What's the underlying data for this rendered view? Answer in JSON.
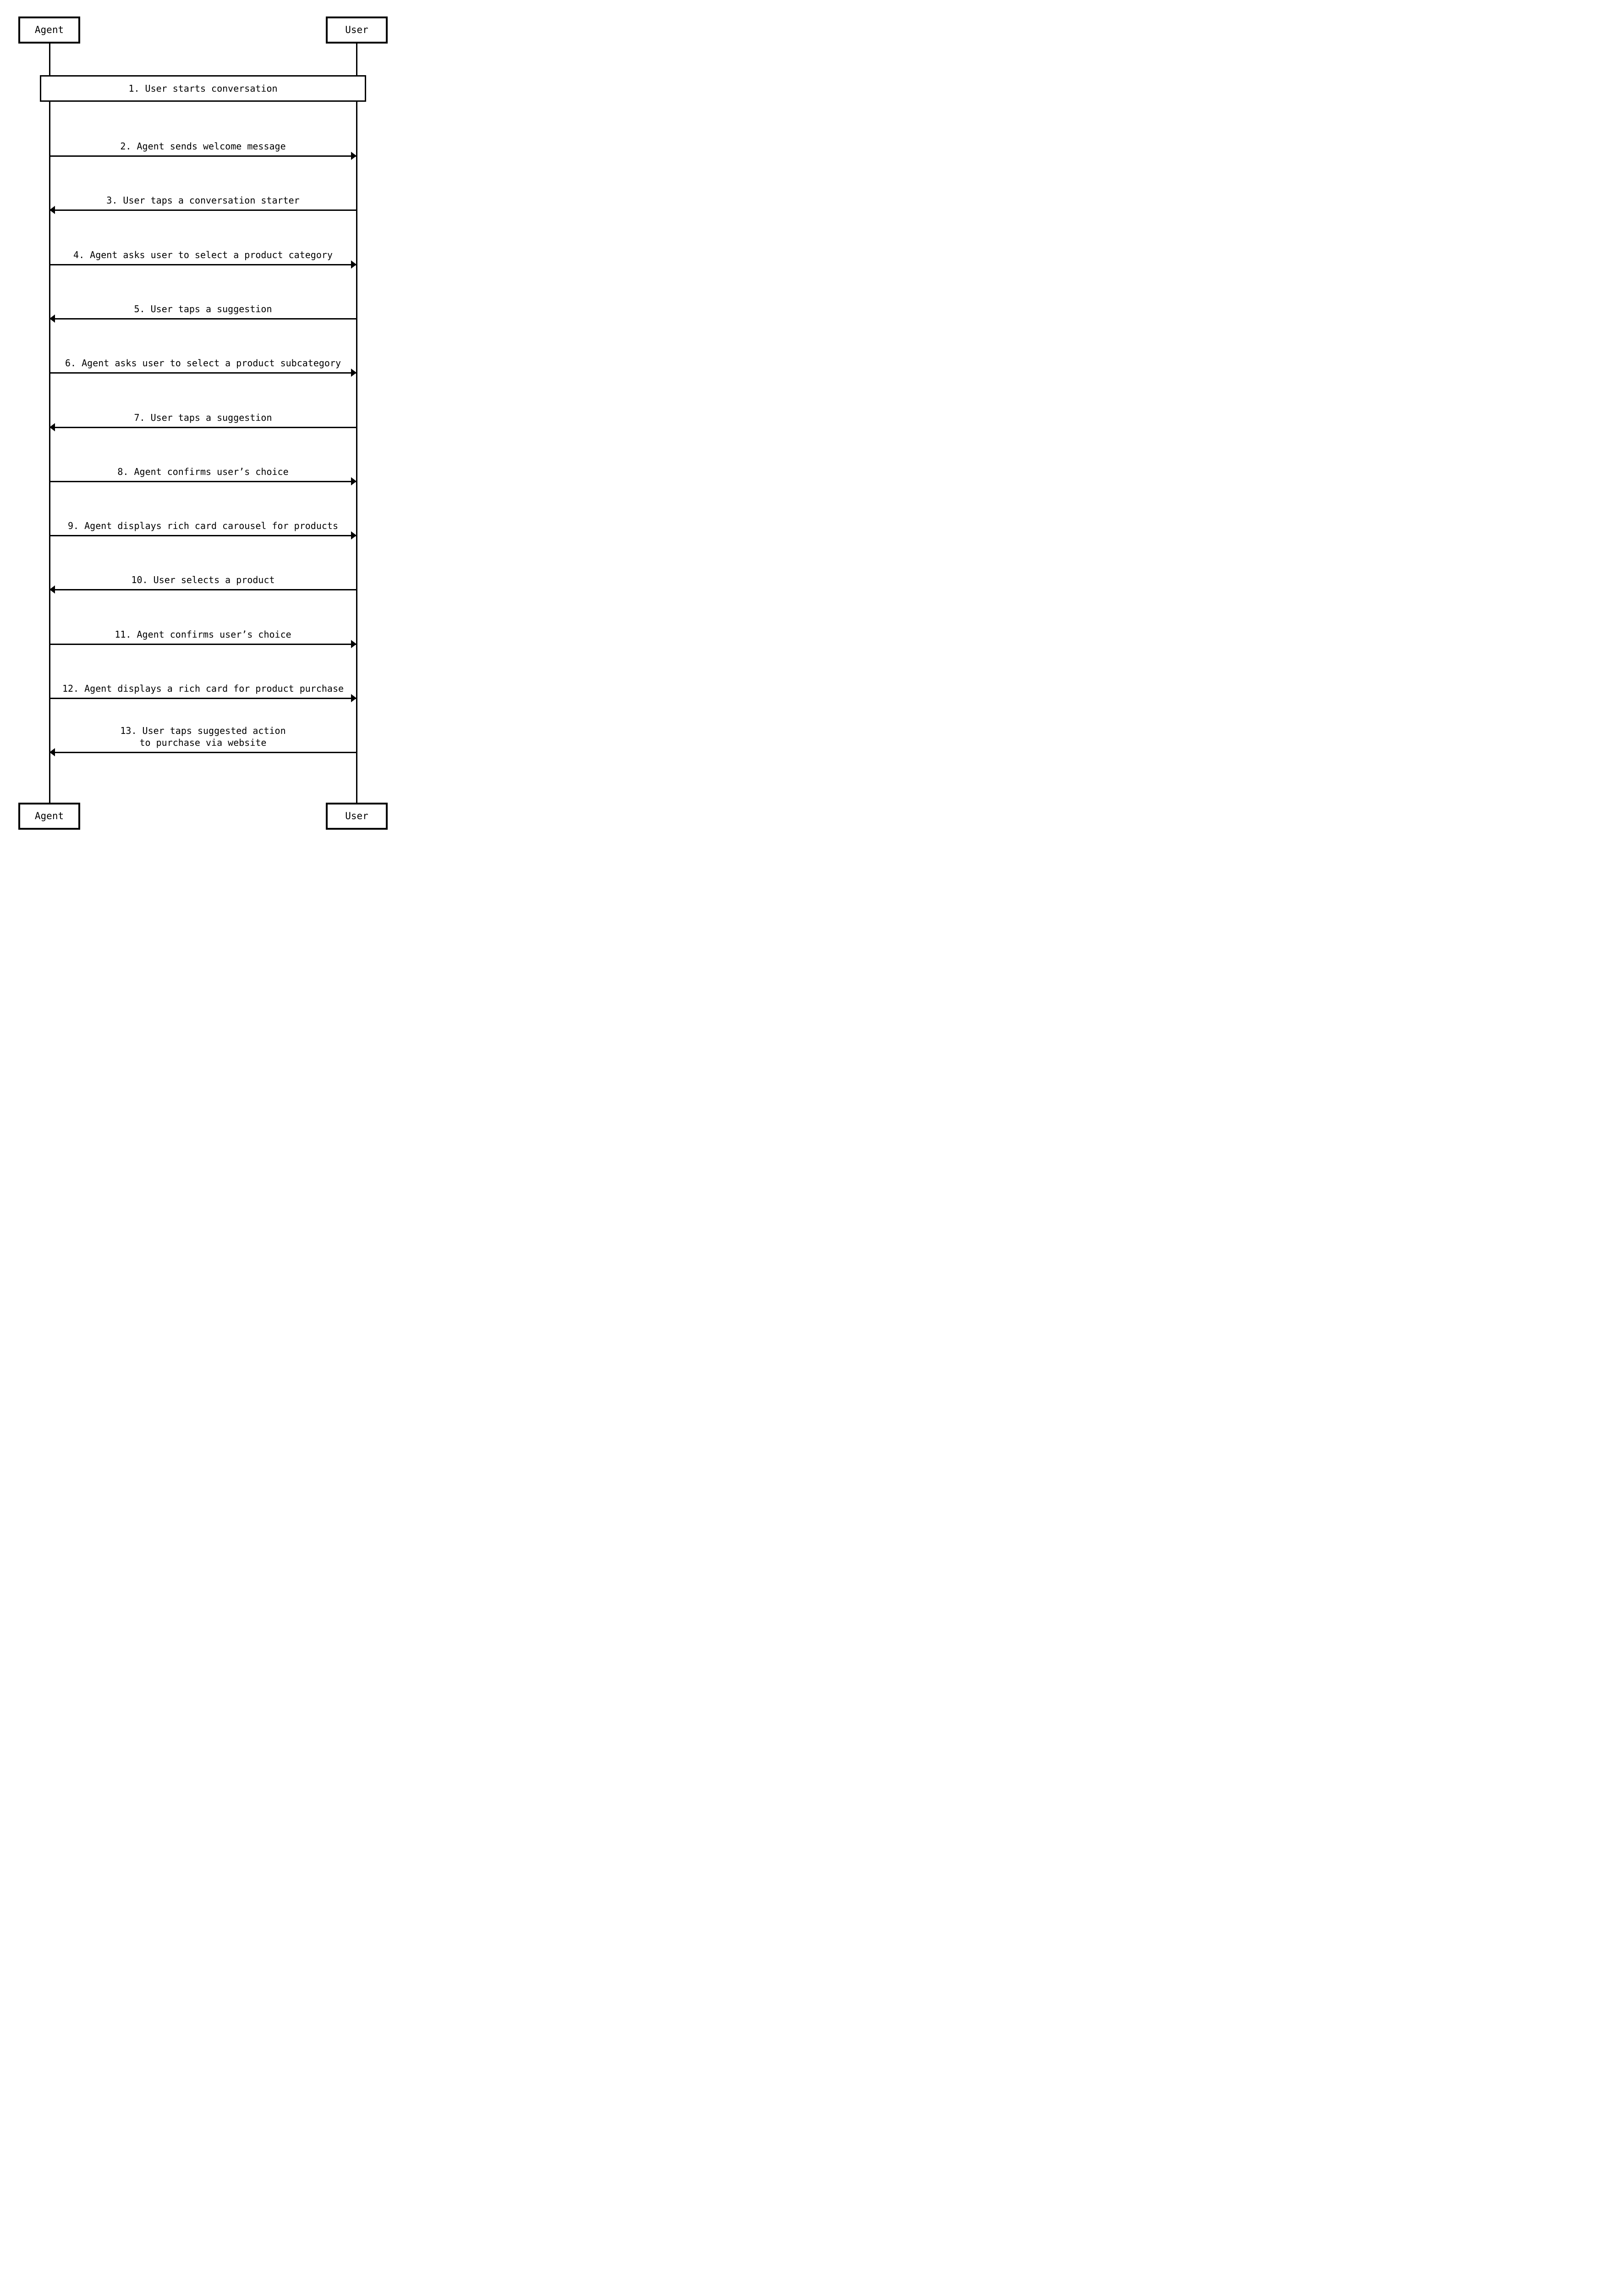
{
  "diagram": {
    "type": "sequence",
    "background_color": "#ffffff",
    "line_color": "#000000",
    "actors": [
      {
        "name": "Agent"
      },
      {
        "name": "User"
      }
    ],
    "note": {
      "label": "1. User starts conversation"
    },
    "messages": [
      {
        "from": "Agent",
        "to": "User",
        "direction": "right",
        "lines": [
          "2. Agent sends welcome message"
        ]
      },
      {
        "from": "User",
        "to": "Agent",
        "direction": "left",
        "lines": [
          "3. User taps a conversation starter"
        ]
      },
      {
        "from": "Agent",
        "to": "User",
        "direction": "right",
        "lines": [
          "4. Agent asks user to select a product category"
        ]
      },
      {
        "from": "User",
        "to": "Agent",
        "direction": "left",
        "lines": [
          "5. User taps a suggestion"
        ]
      },
      {
        "from": "Agent",
        "to": "User",
        "direction": "right",
        "lines": [
          "6. Agent asks user to select a product subcategory"
        ]
      },
      {
        "from": "User",
        "to": "Agent",
        "direction": "left",
        "lines": [
          "7. User taps a suggestion"
        ]
      },
      {
        "from": "Agent",
        "to": "User",
        "direction": "right",
        "lines": [
          "8. Agent confirms user’s choice"
        ]
      },
      {
        "from": "Agent",
        "to": "User",
        "direction": "right",
        "lines": [
          "9. Agent displays rich card carousel for products"
        ]
      },
      {
        "from": "User",
        "to": "Agent",
        "direction": "left",
        "lines": [
          "10. User selects a product"
        ]
      },
      {
        "from": "Agent",
        "to": "User",
        "direction": "right",
        "lines": [
          "11. Agent confirms user’s choice"
        ]
      },
      {
        "from": "Agent",
        "to": "User",
        "direction": "right",
        "lines": [
          "12. Agent displays a rich card for product purchase"
        ]
      },
      {
        "from": "User",
        "to": "Agent",
        "direction": "left",
        "lines": [
          "13. User taps suggested action",
          "to purchase via website"
        ]
      }
    ]
  }
}
